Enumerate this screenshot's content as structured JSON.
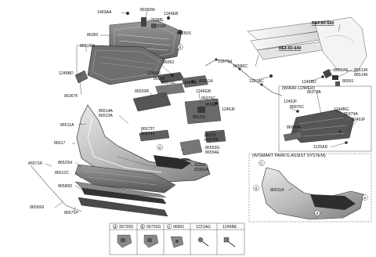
{
  "labels": {
    "p1463AA": "1463AA",
    "p86360M": "86360M",
    "p1249EB": "1249EB",
    "p28388L": "28388L",
    "p28199": "28199",
    "p99250S": "99250S",
    "p86350": "86350",
    "p86519M": "86519M",
    "p1249BD_a": "1249BD",
    "p86367F": "86367F",
    "p86952": "86952",
    "p1249JF_a": "1249JF",
    "p86968": "86968",
    "p86970C_a": "86970C",
    "p1249GB_a": "1249GB",
    "p86951A": "86951A",
    "p86520R": "86520R",
    "p1249GB_b": "1249GB",
    "p86970C_b": "86970C",
    "p86967": "86967",
    "p1249JF_b": "1249JF",
    "p86520L": "86520L",
    "p86514A": "86514A",
    "p86513A": "86513A",
    "p86511A": "86511A",
    "p86573T": "86573T",
    "p86574J": "86574J",
    "p86575": "86575",
    "p86576B": "86576B",
    "p86517": "86517",
    "p86553G": "86553G",
    "p86554E": "86554E",
    "p92302": "92302",
    "p92301A": "92301A",
    "p86571R": "86571R",
    "p86525H": "86525H",
    "p86512C": "86512C",
    "p86580D": "86580D",
    "p86550G": "86550G",
    "p86571P": "86571P",
    "p91870H": "91870H",
    "p86580C": "86580C",
    "p1327AC": "1327AC",
    "p1249BD_b": "1249BD",
    "p86517G": "86517G",
    "p86513K": "86513K",
    "p86514K": "86514K",
    "p86591": "86591",
    "p86379B": "86379B",
    "p1249JF_c": "1249JF",
    "p86970C_c": "86970C",
    "p1244BG": "1244BG",
    "p86379A": "86379A",
    "p1249JF_d": "1249JF",
    "p86984A": "86984A",
    "p1125AD": "1125AD",
    "p86511A_b": "86511A"
  },
  "refs": {
    "ref60_660": "REF.60-660",
    "ref60_640": "REF.60-640"
  },
  "boxes": {
    "waaf_lower": "(W/AAF LOWER)",
    "smart_parking": "(W/SMART PARK'G ASSIST SYSTEM)"
  },
  "circles": {
    "a": "a",
    "b": "b",
    "c": "c",
    "d": "d",
    "e": "e"
  },
  "legend": {
    "cells": [
      {
        "letter": "a",
        "part": "95720D"
      },
      {
        "letter": "b",
        "part": "95720G"
      },
      {
        "letter": "c",
        "part": "96891"
      },
      {
        "letter": "",
        "part": "1221AG"
      },
      {
        "letter": "",
        "part": "1249BE"
      }
    ]
  }
}
